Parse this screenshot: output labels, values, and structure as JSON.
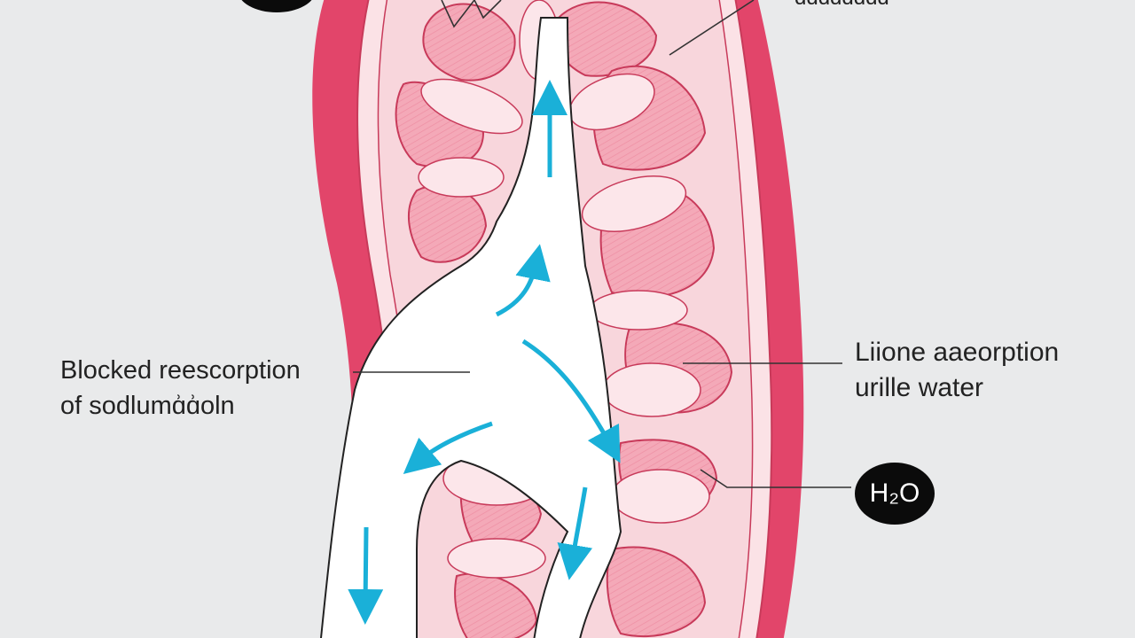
{
  "labels": {
    "left_line1": "Blocked reescorption",
    "left_line2": "of sodlumɑ͗ɑ͗oln",
    "right_line1": "Liione aaeorption",
    "right_line2": "urille water",
    "top_right": "ɑɑɑɑɑɑɑɑ",
    "badge": "H₂O"
  },
  "colors": {
    "background": "#e9eaeb",
    "kidney_outer": "#e2456a",
    "kidney_inner": "#f7d3d9",
    "pyramid": "#f3a7b6",
    "arrow": "#1ab0d8",
    "badge": "#0b0b0b"
  },
  "icons": [
    "upward-arrow-icon",
    "curved-arrow-icon",
    "downward-arrow-icon"
  ]
}
